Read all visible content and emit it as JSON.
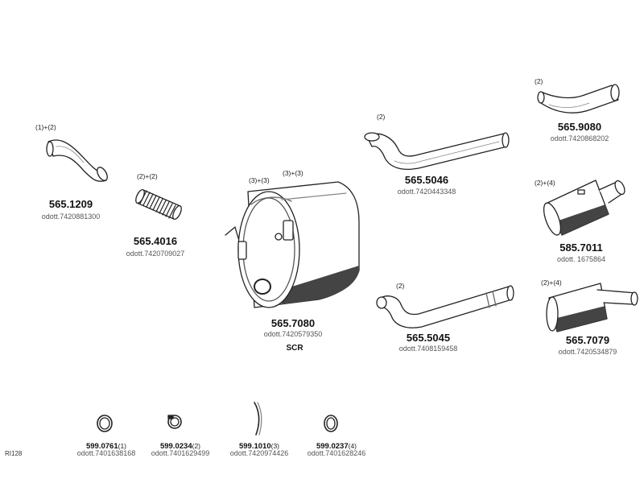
{
  "diagram_code": "RI128",
  "parts": [
    {
      "id": "p1",
      "number": "565.1209",
      "ref": "odott.7420881300",
      "qty": "(1)+(2)"
    },
    {
      "id": "p2",
      "number": "565.4016",
      "ref": "odott.7420709027",
      "qty": "(2)+(2)"
    },
    {
      "id": "p3",
      "number": "565.7080",
      "ref": "odott.7420579350",
      "qty_left": "(3)+(3)",
      "qty_right": "(3)+(3)",
      "note": "SCR"
    },
    {
      "id": "p4",
      "number": "565.5046",
      "ref": "odott.7420443348",
      "qty": "(2)"
    },
    {
      "id": "p5",
      "number": "565.9080",
      "ref": "odott.7420868202",
      "qty": "(2)"
    },
    {
      "id": "p6",
      "number": "585.7011",
      "ref": "odott. 1675864",
      "qty": "(2)+(4)"
    },
    {
      "id": "p7",
      "number": "565.5045",
      "ref": "odott.7408159458",
      "qty": "(2)"
    },
    {
      "id": "p8",
      "number": "565.7079",
      "ref": "odott.7420534879",
      "qty": "(2)+(4)"
    }
  ],
  "small_parts": [
    {
      "number": "599.0761",
      "qty": "(1)",
      "ref": "odott.7401638168"
    },
    {
      "number": "599.0234",
      "qty": "(2)",
      "ref": "odott.7401629499"
    },
    {
      "number": "599.1010",
      "qty": "(3)",
      "ref": "odott.7420974426"
    },
    {
      "number": "599.0237",
      "qty": "(4)",
      "ref": "odott.7401628246"
    }
  ],
  "colors": {
    "stroke": "#222222",
    "shade": "#555555",
    "light": "#ffffff"
  }
}
